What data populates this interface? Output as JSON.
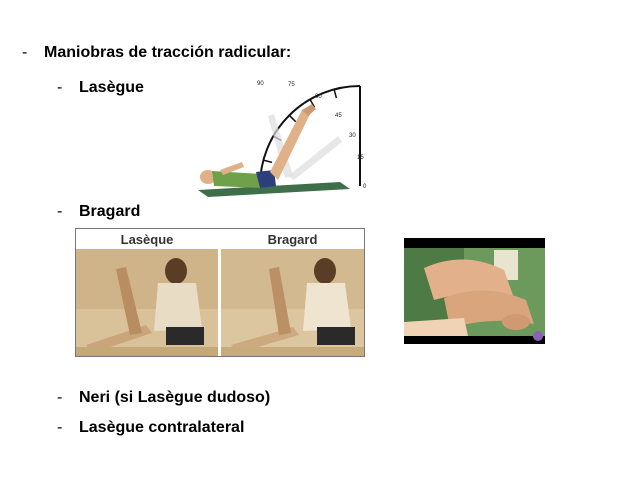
{
  "bullets": {
    "main": "Maniobras de tracción radicular:",
    "lasegue": "Lasègue",
    "bragard": "Bragard",
    "neri": "Neri (si Lasègue dudoso)",
    "contralateral": "Lasègue contralateral"
  },
  "dash": "-",
  "angle_labels": [
    "90",
    "75",
    "60",
    "45",
    "30",
    "15",
    "0"
  ],
  "photo_panels": {
    "left_title": "Lasèque",
    "right_title": "Bragard"
  },
  "colors": {
    "shirt": "#6fa14a",
    "shorts": "#2d3f7a",
    "mat": "#3e6f4a",
    "skin": "#e0b088",
    "sepia": "#d9c29a"
  }
}
